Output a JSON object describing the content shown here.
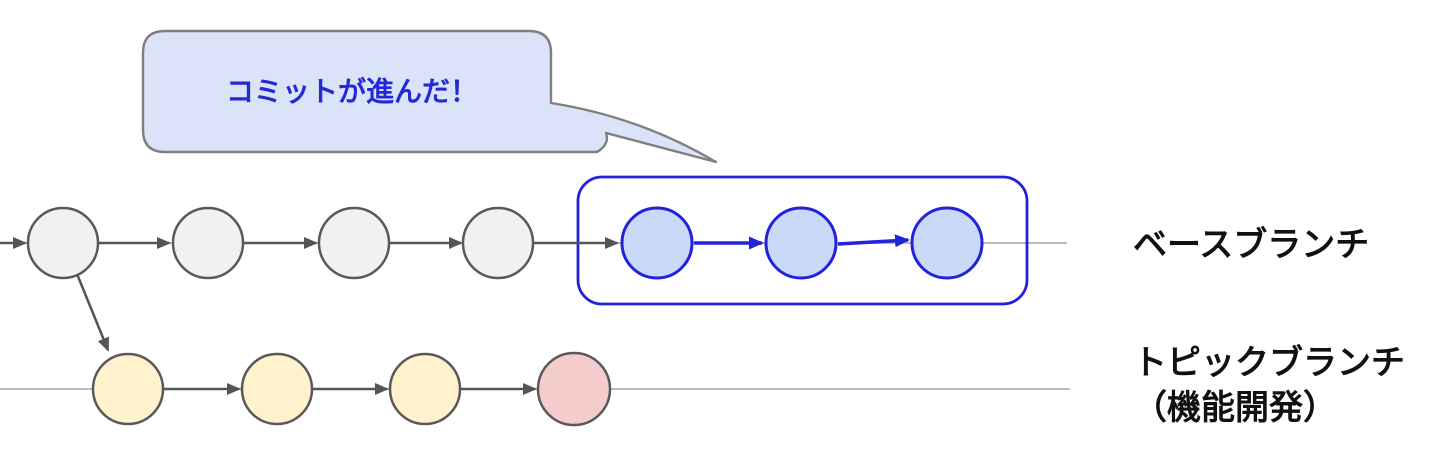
{
  "bubble": {
    "text": "コミットが進んだ！"
  },
  "labels": {
    "base_branch": "ベースブランチ",
    "topic_branch_line1": "トピックブランチ",
    "topic_branch_line2": "（機能開発）"
  },
  "diagram": {
    "base_branch": {
      "label": "ベースブランチ",
      "existing_commit_count": 4,
      "new_commit_count": 3,
      "new_commits_highlighted": true
    },
    "topic_branch": {
      "label": "トピックブランチ（機能開発）",
      "commit_count": 4,
      "latest_commit_color": "pink"
    }
  },
  "colors": {
    "accent_blue": "#2222dd",
    "bubble_fill": "#dae3f8",
    "bubble_stroke": "#7f7f7f",
    "bubble_text": "#2329d6",
    "commit_gray_fill": "#f1f1f1",
    "commit_yellow_fill": "#fff2cc",
    "commit_pink_fill": "#f4cccc",
    "commit_blue_fill": "#c9daf8",
    "node_stroke": "#595959",
    "line_gray": "#b9b9b9",
    "arrow_gray": "#555555",
    "label_text": "#111111"
  }
}
